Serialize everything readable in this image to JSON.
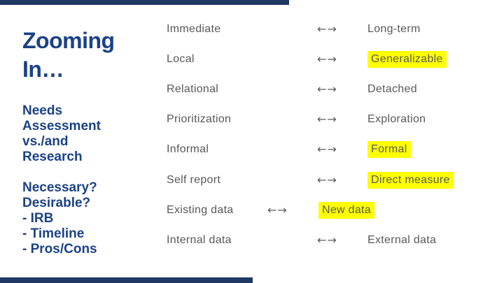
{
  "slide": {
    "background_color": "#ffffff",
    "accent_bar_color": "#1f3864"
  },
  "sidebar": {
    "title": "Zooming In…",
    "title_color": "#1b4287",
    "heading1_lines": [
      "Needs",
      "Assessment",
      "vs./and",
      "Research"
    ],
    "heading2_lines": [
      "Necessary?",
      "Desirable?",
      "- IRB",
      "- Timeline",
      "- Pros/Cons"
    ]
  },
  "comparison": {
    "arrow_symbol": "←→",
    "text_color": "#595959",
    "highlight_color": "#ffff00",
    "rows": [
      {
        "left": "Immediate",
        "right": "Long-term",
        "highlight": false,
        "compact": false
      },
      {
        "left": "Local",
        "right": "Generalizable",
        "highlight": true,
        "compact": false
      },
      {
        "left": "Relational",
        "right": "Detached",
        "highlight": false,
        "compact": false
      },
      {
        "left": "Prioritization",
        "right": "Exploration",
        "highlight": false,
        "compact": false
      },
      {
        "left": "Informal",
        "right": "Formal",
        "highlight": true,
        "compact": false
      },
      {
        "left": "Self report",
        "right": "Direct measure",
        "highlight": true,
        "compact": false
      },
      {
        "left": "Existing data",
        "right": "New data",
        "highlight": true,
        "compact": true
      },
      {
        "left": "Internal data",
        "right": "External data",
        "highlight": false,
        "compact": false
      }
    ]
  }
}
